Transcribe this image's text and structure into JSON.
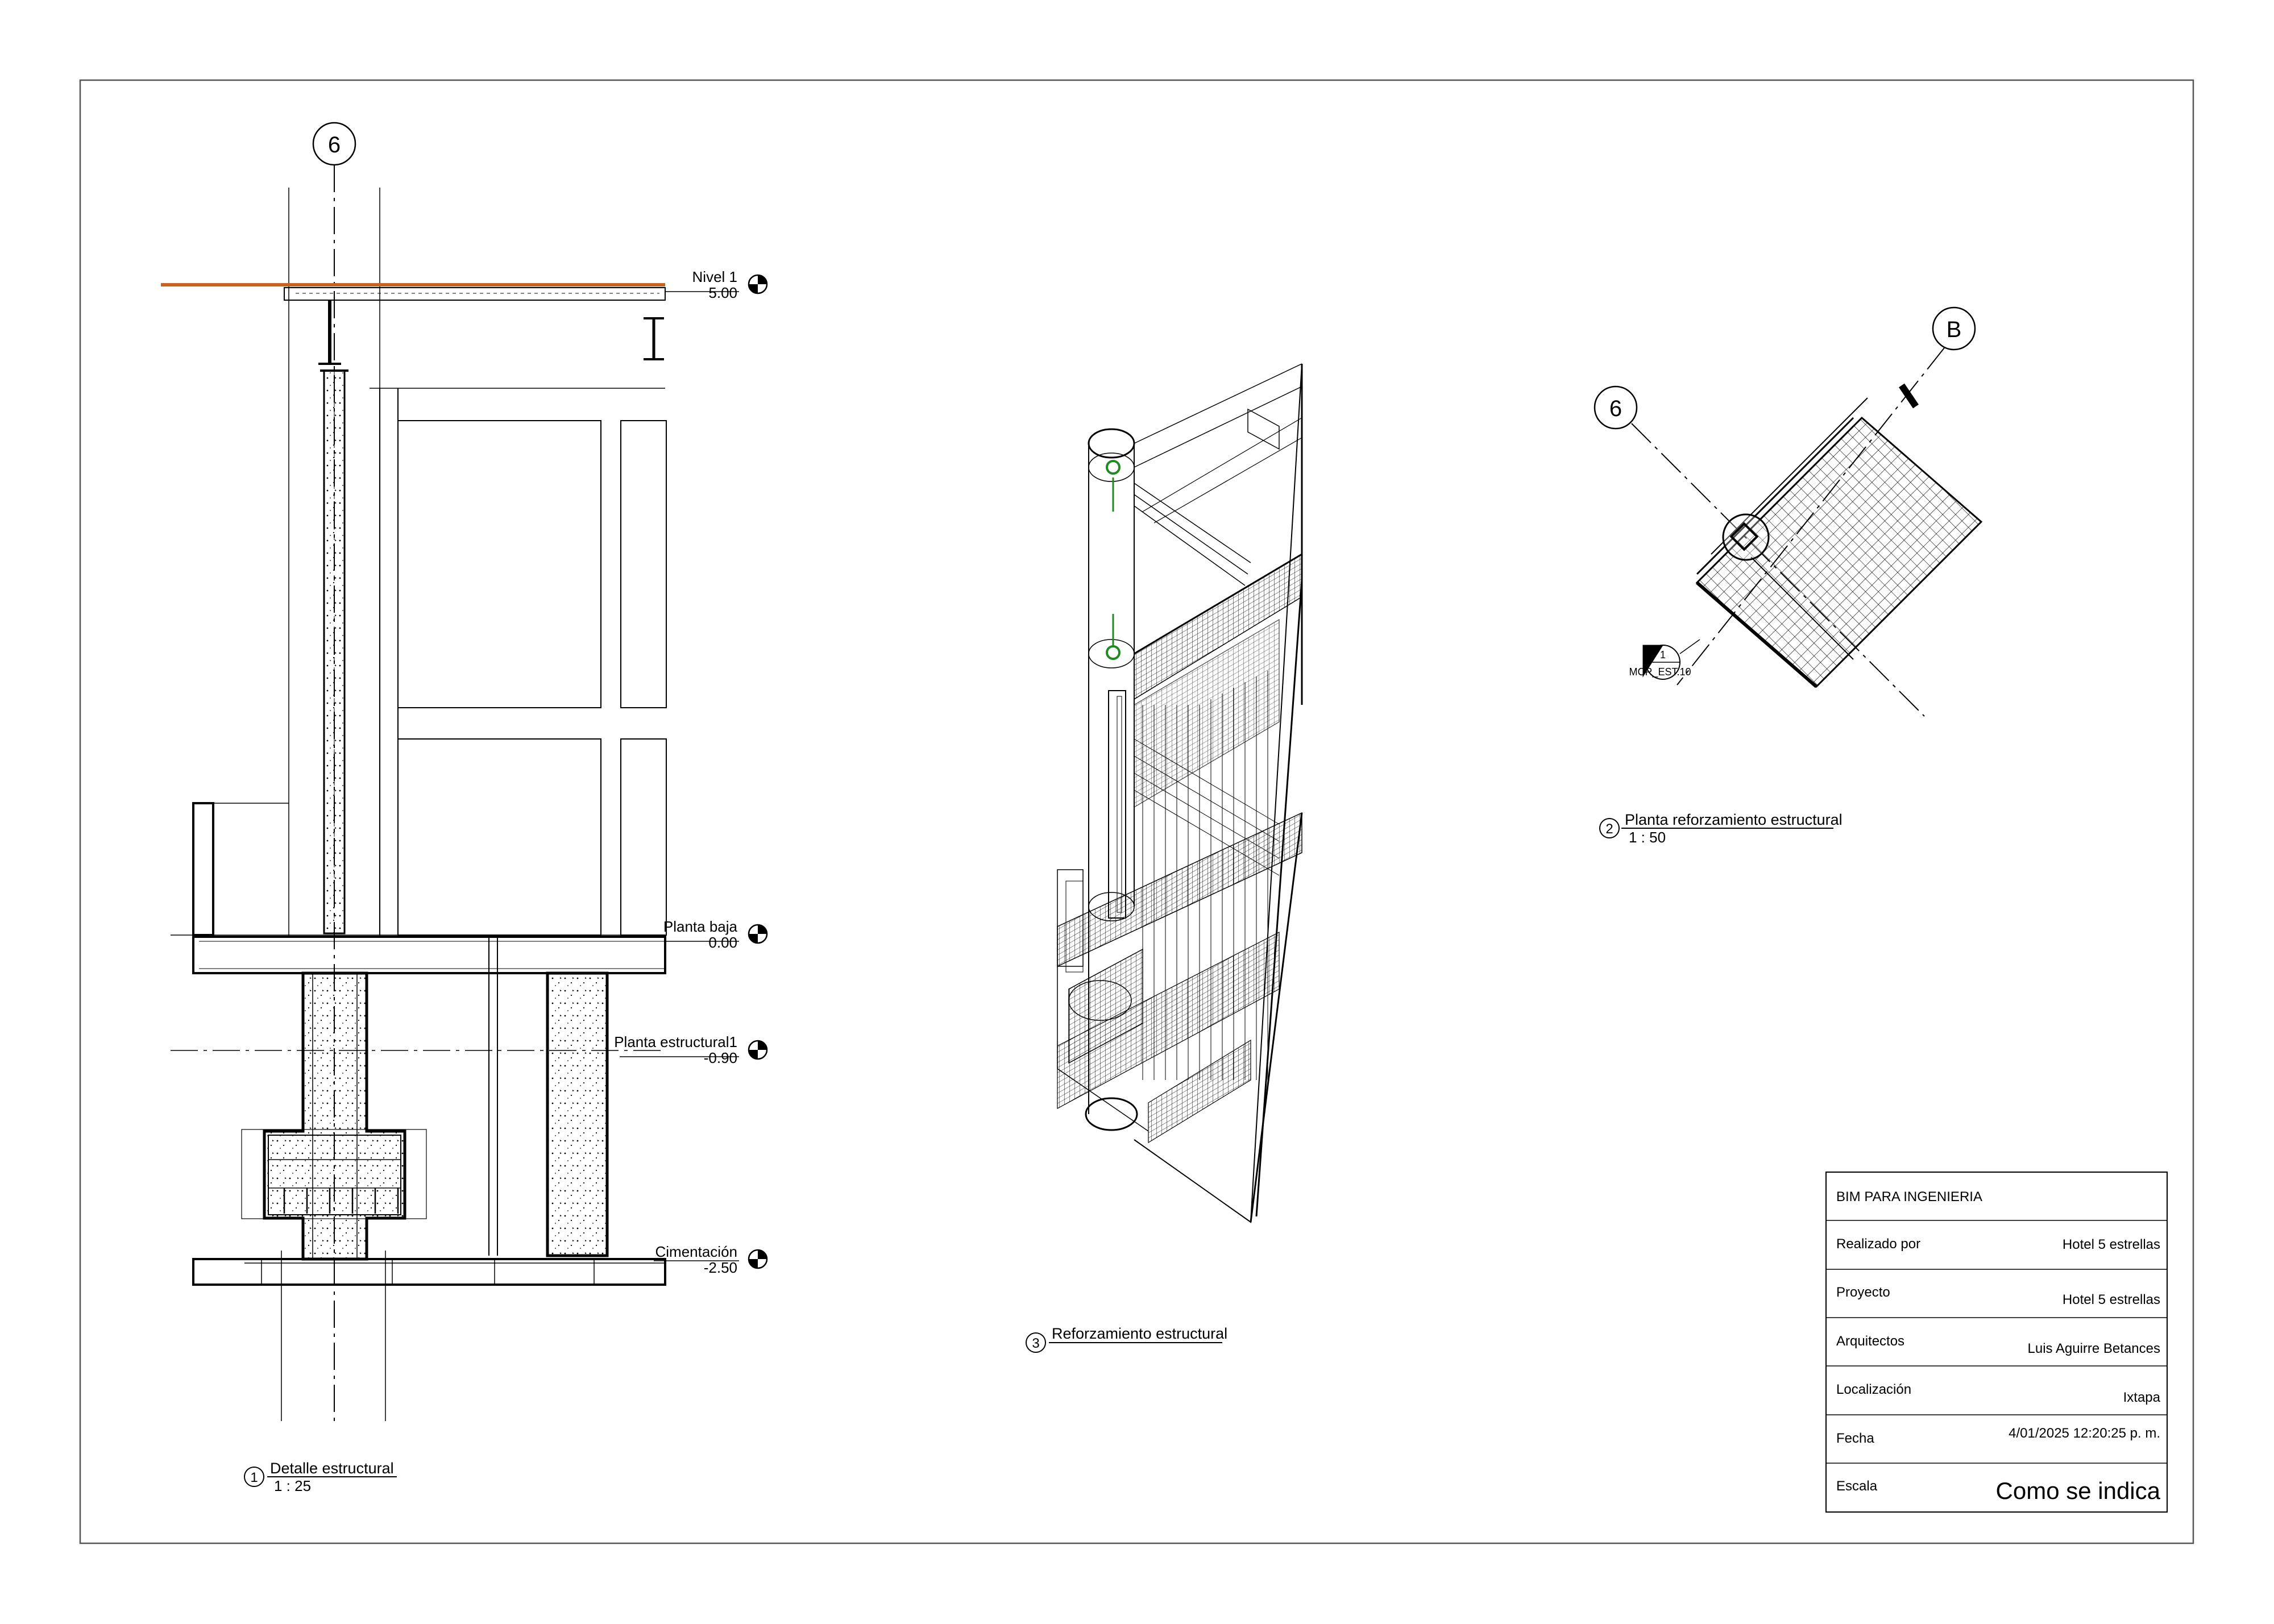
{
  "grid_bubbles": {
    "detail_grid": "6",
    "plan_grid_a": "6",
    "plan_grid_b": "B"
  },
  "levels": [
    {
      "name": "Nivel 1",
      "elevation": "5.00"
    },
    {
      "name": "Planta baja",
      "elevation": "0.00"
    },
    {
      "name": "Planta estructural1",
      "elevation": "-0.90"
    },
    {
      "name": "Cimentación",
      "elevation": "-2.50"
    }
  ],
  "views": {
    "detail": {
      "number": "1",
      "title": "Detalle estructural",
      "scale": "1 : 25"
    },
    "plan": {
      "number": "2",
      "title": "Planta reforzamiento estructural",
      "scale": "1 : 50"
    },
    "iso": {
      "number": "3",
      "title": "Reforzamiento estructural"
    }
  },
  "section_marker": {
    "number": "1",
    "sheet": "MCR_EST.10"
  },
  "title_block": {
    "header": "BIM PARA INGENIERIA",
    "rows": [
      {
        "label": "Realizado por",
        "value": "Hotel 5 estrellas"
      },
      {
        "label": "Proyecto",
        "value": "Hotel 5 estrellas"
      },
      {
        "label": "Arquitectos",
        "value": "Luis Aguirre Betances"
      },
      {
        "label": "Localización",
        "value": "Ixtapa"
      },
      {
        "label": "Fecha",
        "value": "4/01/2025 12:20:25 p. m."
      },
      {
        "label": "Escala",
        "value": "Como se indica"
      }
    ]
  },
  "colors": {
    "level_line": "#c8621e",
    "rebar": "#1f8a1f"
  }
}
